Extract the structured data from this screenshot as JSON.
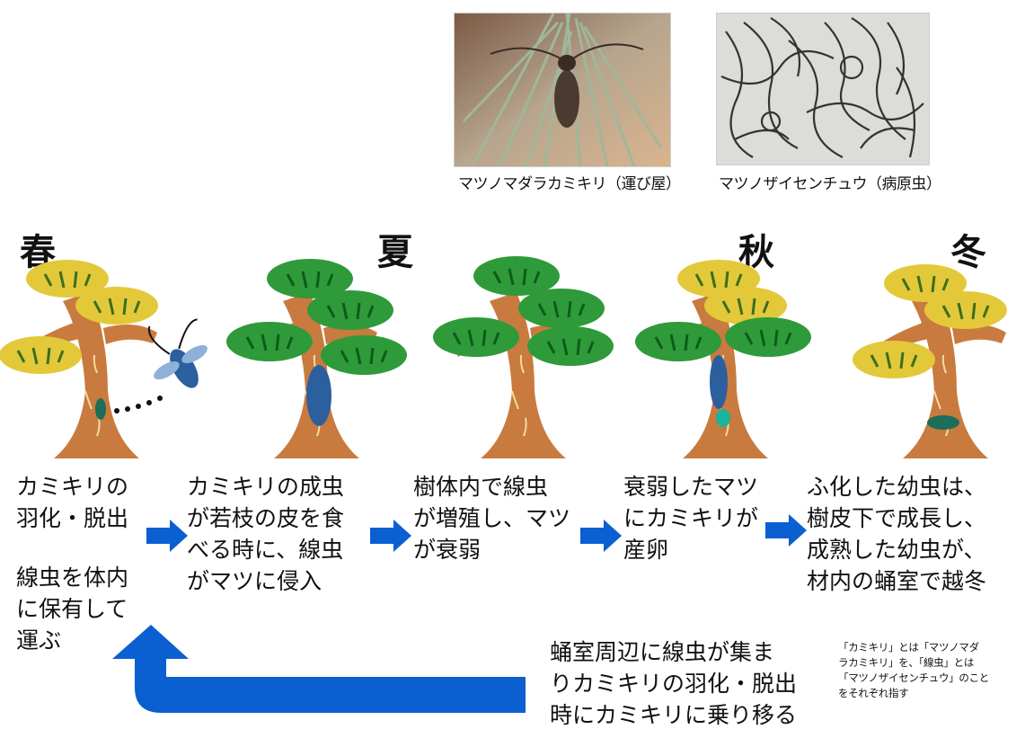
{
  "photos": [
    {
      "caption": "マツノマダラカミキリ（運び屋）"
    },
    {
      "caption": "マツノザイセンチュウ（病原虫）"
    }
  ],
  "seasons": [
    "春",
    "夏",
    "秋",
    "冬"
  ],
  "steps": [
    {
      "text": "カミキリの\n羽化・脱出"
    },
    {
      "text": "カミキリの成虫\nが若枝の皮を食\nべる時に、線虫\nがマツに侵入"
    },
    {
      "text": "樹体内で線虫\nが増殖し、マツ\nが衰弱"
    },
    {
      "text": "衰弱したマツ\nにカミキリが\n産卵"
    },
    {
      "text": "ふ化した幼虫は、\n樹皮下で成長し、\n成熟した幼虫が、\n材内の蛹室で越冬"
    }
  ],
  "step1_extra": "線虫を体内\nに保有して\n運ぶ",
  "return_text": "蛹室周辺に線虫が集ま\nりカミキリの羽化・脱出\n時にカミキリに乗り移る",
  "note": "「カミキリ」とは「マツノマダ\nラカミキリ」を、「線虫」とは\n「マツノザイセンチュウ」のこと\nをそれぞれ指す",
  "colors": {
    "arrow_blue": "#0a5fd1",
    "trunk": "#c97a3e",
    "foliage_green": "#2f9a3a",
    "foliage_yellow": "#e3c93a"
  }
}
